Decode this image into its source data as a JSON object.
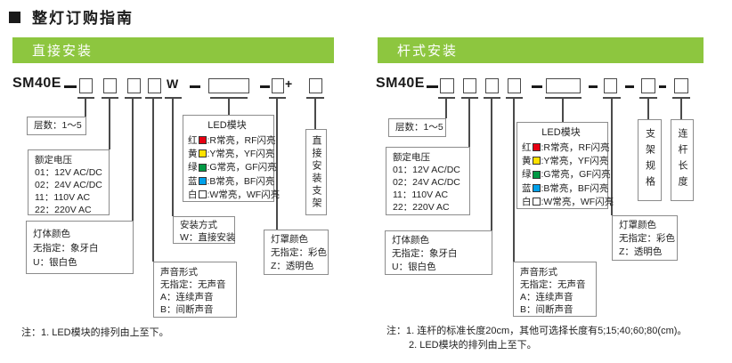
{
  "title": {
    "text": "整灯订购指南"
  },
  "colors": {
    "header_green": "#8dc63f"
  },
  "sections": [
    {
      "header": "直接安装",
      "model_prefix": "SM40E",
      "mount_code": "W",
      "plus": "+",
      "layers": {
        "label": "层数：1～5"
      },
      "voltage": {
        "title": "额定电压",
        "options": [
          "01：12V AC/DC",
          "02：24V AC/DC",
          "11：110V AC",
          "22：220V AC"
        ]
      },
      "body_color": {
        "title": "灯体颜色",
        "options": [
          "无指定：象牙白",
          "U：银白色"
        ]
      },
      "sound": {
        "title": "声音形式",
        "options": [
          "无指定：无声音",
          "A：连续声音",
          "B：间断声音"
        ]
      },
      "mount_method": {
        "title": "安装方式",
        "options": [
          "W：直接安装"
        ]
      },
      "led_module": {
        "title": "LED模块",
        "rows": [
          {
            "name": "红",
            "color": "#e60012",
            "text": ":R常亮，RF闪亮"
          },
          {
            "name": "黄",
            "color": "#ffe100",
            "text": ":Y常亮，YF闪亮"
          },
          {
            "name": "绿",
            "color": "#009944",
            "text": ":G常亮，GF闪亮"
          },
          {
            "name": "蓝",
            "color": "#00a0e9",
            "text": ":B常亮，BF闪亮"
          },
          {
            "name": "白",
            "color": "#ffffff",
            "text": ":W常亮，WF闪亮"
          }
        ]
      },
      "shade_color": {
        "title": "灯罩颜色",
        "options": [
          "无指定：彩色",
          "Z：透明色"
        ]
      },
      "bracket": {
        "label": "直接安装支架"
      },
      "notes": {
        "label": "注：",
        "items": [
          "1. LED模块的排列由上至下。"
        ]
      }
    },
    {
      "header": "杆式安装",
      "model_prefix": "SM40E",
      "layers": {
        "label": "层数：1～5"
      },
      "voltage": {
        "title": "额定电压",
        "options": [
          "01：12V AC/DC",
          "02：24V AC/DC",
          "11：110V AC",
          "22：220V AC"
        ]
      },
      "body_color": {
        "title": "灯体颜色",
        "options": [
          "无指定：象牙白",
          "U：银白色"
        ]
      },
      "sound": {
        "title": "声音形式",
        "options": [
          "无指定：无声音",
          "A：连续声音",
          "B：间断声音"
        ]
      },
      "led_module": {
        "title": "LED模块",
        "rows": [
          {
            "name": "红",
            "color": "#e60012",
            "text": ":R常亮，RF闪亮"
          },
          {
            "name": "黄",
            "color": "#ffe100",
            "text": ":Y常亮，YF闪亮"
          },
          {
            "name": "绿",
            "color": "#009944",
            "text": ":G常亮，GF闪亮"
          },
          {
            "name": "蓝",
            "color": "#00a0e9",
            "text": ":B常亮，BF闪亮"
          },
          {
            "name": "白",
            "color": "#ffffff",
            "text": ":W常亮，WF闪亮"
          }
        ]
      },
      "shade_color": {
        "title": "灯罩颜色",
        "options": [
          "无指定：彩色",
          "Z：透明色"
        ]
      },
      "bracket_spec": {
        "label": "支架规格"
      },
      "rod_length": {
        "label": "连杆长度"
      },
      "notes": {
        "label": "注：",
        "items": [
          "1. 连杆的标准长度20cm，其他可选择长度有5;15;40;60;80(cm)。",
          "2. LED模块的排列由上至下。"
        ]
      }
    }
  ]
}
